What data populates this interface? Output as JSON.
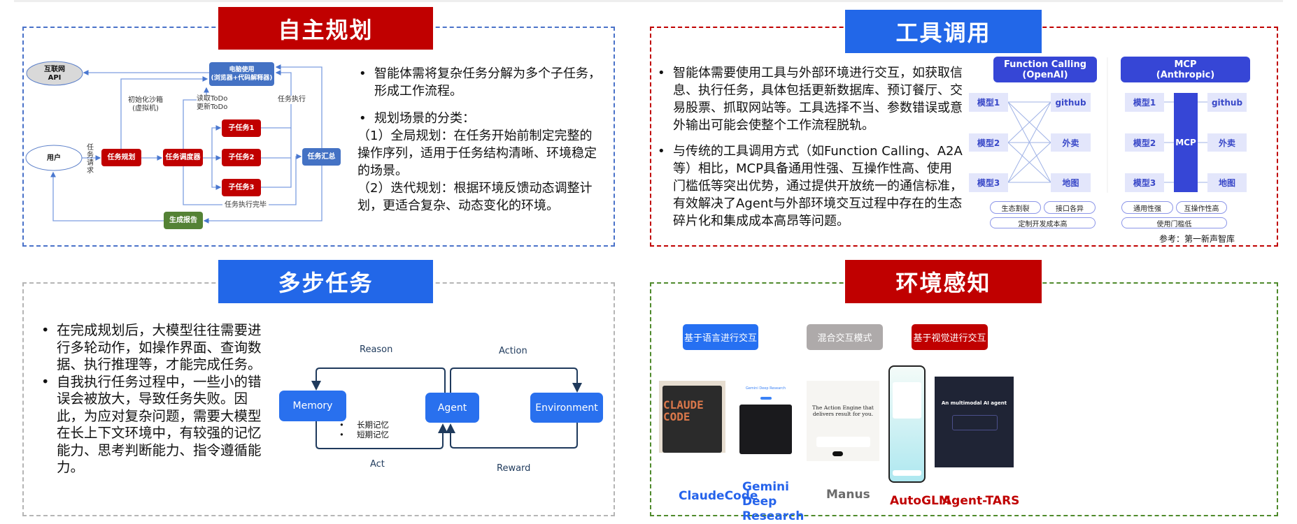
{
  "planning": {
    "title": "自主规划",
    "diagram": {
      "internet_api": "互联网\nAPI",
      "computer_use": "电脑使用\n(浏览器+代码解释器)",
      "user": "用户",
      "task_request": "任\n务\n请\n求",
      "task_planning": "任务规划",
      "task_scheduler": "任务调度器",
      "subtasks": [
        "子任务1",
        "子任务2",
        "子任务3"
      ],
      "task_summary": "任务汇总",
      "report": "生成报告",
      "init_sandbox": "初始化沙箱\n(虚拟机)",
      "todo": "读取ToDo\n更新ToDo",
      "task_exec": "任务执行",
      "task_done": "任务执行完毕"
    },
    "bullets": [
      "智能体需将复杂任务分解为多个子任务，形成工作流程。",
      "规划场景的分类："
    ],
    "sub": [
      "（1）全局规划：在任务开始前制定完整的操作序列，适用于任务结构清晰、环境稳定的场景。",
      "（2）迭代规划：根据环境反馈动态调整计划，更适合复杂、动态变化的环境。"
    ]
  },
  "tools": {
    "title": "工具调用",
    "bullets": [
      "智能体需要使用工具与外部环境进行交互，如获取信息、执行任务，具体包括更新数据库、预订餐厅、交易股票、抓取网站等。工具选择不当、参数错误或意外输出可能会使整个工作流程脱轨。",
      "与传统的工具调用方式（如Function Calling、A2A等）相比，MCP具备通用性强、互操作性高、使用门槛低等突出优势，通过提供开放统一的通信标准，有效解决了Agent与外部环境交互过程中存在的生态碎片化和集成成本高昂等问题。"
    ],
    "fc": {
      "header1": "Function Calling",
      "header2": "(OpenAI)",
      "models": [
        "模型1",
        "模型2",
        "模型3"
      ],
      "targets": [
        "github",
        "外卖",
        "地图"
      ],
      "pills": [
        "生态割裂",
        "接口各异",
        "定制开发成本高"
      ]
    },
    "mcp": {
      "header1": "MCP",
      "header2": "(Anthropic)",
      "bar": "MCP",
      "models": [
        "模型1",
        "模型2",
        "模型3"
      ],
      "targets": [
        "github",
        "外卖",
        "地图"
      ],
      "pills": [
        "通用性强",
        "互操作性高",
        "使用门槛低"
      ]
    },
    "reference": "参考：第一新声智库"
  },
  "multistep": {
    "title": "多步任务",
    "bullets": [
      "在完成规划后，大模型往往需要进行多轮动作，如操作界面、查询数据、执行推理等，才能完成任务。",
      "自我执行任务过程中，一些小的错误会被放大，导致任务失败。因此，为应对复杂问题，需要大模型在长上下文环境中，有较强的记忆能力、思考判断能力、指令遵循能力。"
    ],
    "diagram": {
      "memory": "Memory",
      "agent": "Agent",
      "environment": "Environment",
      "reason": "Reason",
      "action": "Action",
      "act": "Act",
      "reward": "Reward",
      "memory_types": [
        "长期记忆",
        "短期记忆"
      ]
    }
  },
  "perception": {
    "title": "环境感知",
    "modes": [
      {
        "label": "基于语言进行交互",
        "color": "#2670f2"
      },
      {
        "label": "混合交互模式",
        "color": "#aeaaaa"
      },
      {
        "label": "基于视觉进行交互",
        "color": "#c00000"
      }
    ],
    "products": [
      {
        "name": "ClaudeCode",
        "color": "#2563eb"
      },
      {
        "name": "Gemini Deep Research",
        "color": "#2563eb"
      },
      {
        "name": "Manus",
        "color": "#6b6b6b"
      },
      {
        "name": "AutoGLM",
        "color": "#c00000"
      },
      {
        "name": "Agent-TARS",
        "color": "#c00000"
      }
    ],
    "shots": {
      "claude_logo": "CLAUDE\nCODE",
      "gemini_title": "Gemini Deep Research",
      "manus_headline": "The Action Engine that delivers result for you.",
      "tars_headline": "An multimodal AI agent"
    }
  }
}
